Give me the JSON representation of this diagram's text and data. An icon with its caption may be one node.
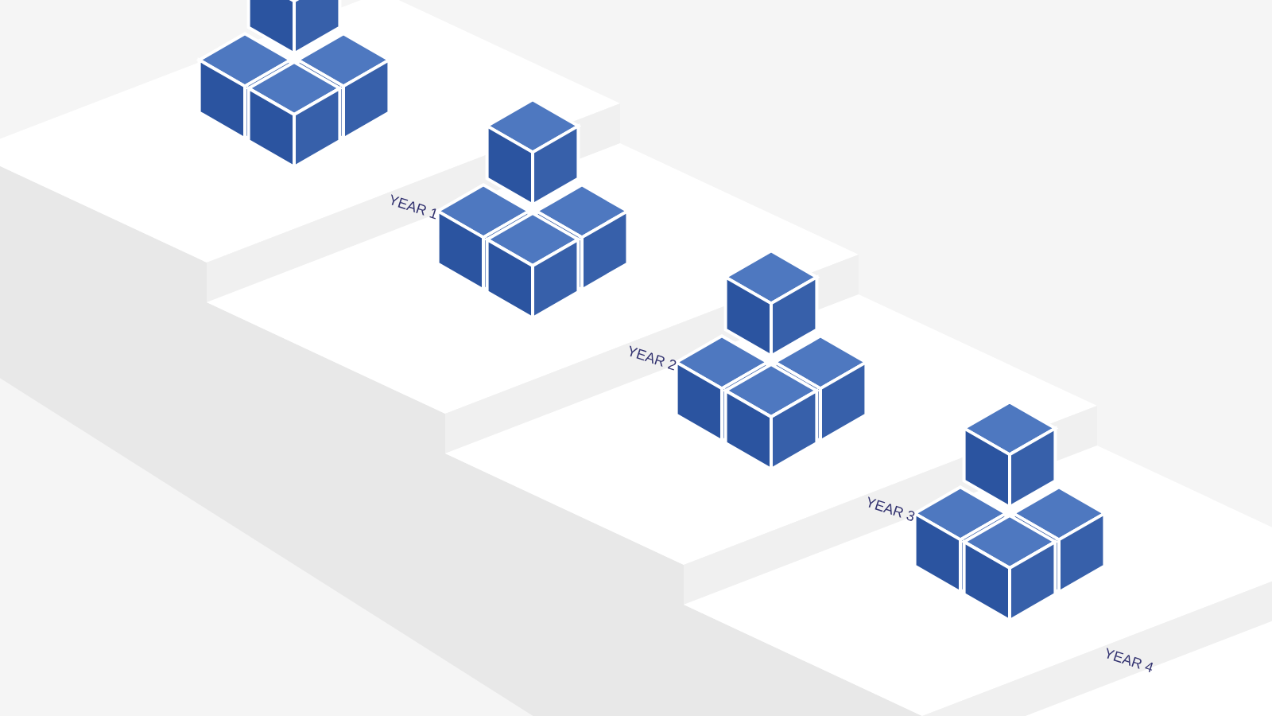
{
  "diagram": {
    "labels": [
      "YEAR 1",
      "YEAR 2",
      "YEAR 3",
      "YEAR 4"
    ]
  }
}
